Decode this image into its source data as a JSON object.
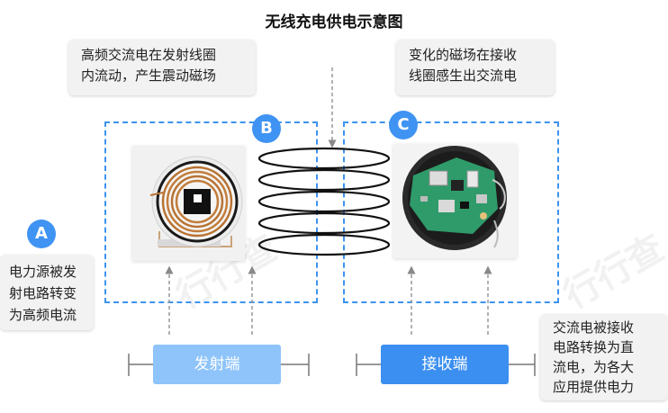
{
  "title": "无线充电供电示意图",
  "callouts": {
    "transmit": [
      "高频交流电在发射线圈",
      "内流动，产生震动磁场"
    ],
    "receive": [
      "变化的磁场在接收",
      "线圈感生出交流电"
    ],
    "source": [
      "电力源被发",
      "射电路转变",
      "为高频电流"
    ],
    "output": [
      "交流电被接收",
      "电路转换为直",
      "流电，为各大",
      "应用提供电力"
    ]
  },
  "badges": {
    "a": "A",
    "b": "B",
    "c": "C"
  },
  "ends": {
    "transmitter": "发射端",
    "receiver": "接收端"
  },
  "watermark": "行行查",
  "colors": {
    "accent": "#3f93f2",
    "transmitter_box": "#8ec4fa",
    "receiver_box": "#3b8ff0",
    "dash": "#3d93f0"
  }
}
